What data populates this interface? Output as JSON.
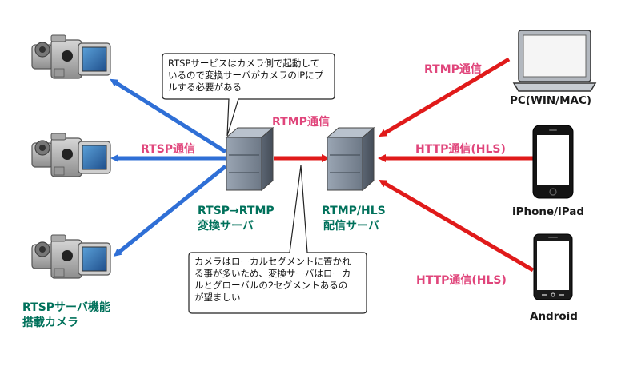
{
  "labels": {
    "rtsp_link": "RTSP通信",
    "rtmp_link_center": "RTMP通信",
    "rtmp_link_pc": "RTMP通信",
    "http_hls_iphone": "HTTP通信(HLS)",
    "http_hls_android": "HTTP通信(HLS)"
  },
  "nodes": {
    "converter_line1": "RTSP→RTMP",
    "converter_line2": "変換サーバ",
    "distribution_line1": "RTMP/HLS",
    "distribution_line2": "配信サーバ",
    "camera_line1": "RTSPサーバ機能",
    "camera_line2": "搭載カメラ",
    "pc": "PC(WIN/MAC)",
    "iphone": "iPhone/iPad",
    "android": "Android"
  },
  "callouts": {
    "top": [
      "RTSPサービスはカメラ側で起動して",
      "いるので変換サーバがカメラのIPにプ",
      "ルする必要がある"
    ],
    "bottom": [
      "カメラはローカルセグメントに置かれ",
      "る事が多いため、変換サーバはローカ",
      "ルとグローバルの2セグメントあるの",
      "が望ましい"
    ]
  },
  "colors": {
    "rtsp_arrow": "#2f6fd6",
    "rtmp_arrow": "#e01a1a",
    "label_pink": "#e0457b",
    "label_green": "#00715b"
  }
}
